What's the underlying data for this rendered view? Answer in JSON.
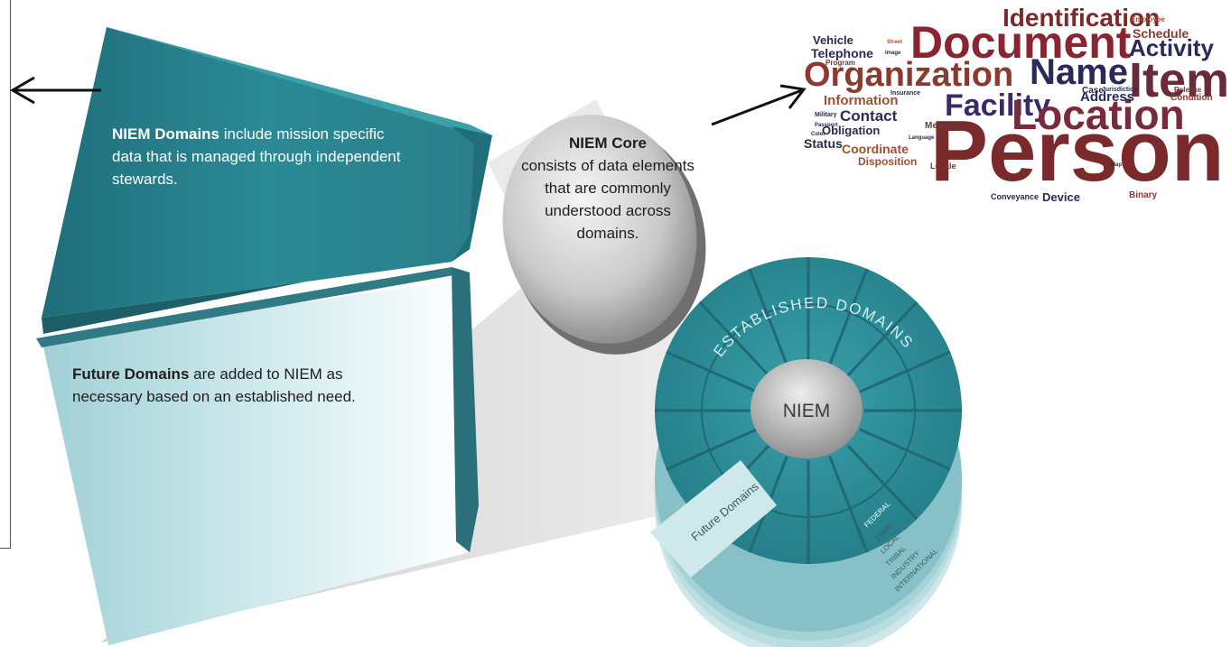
{
  "niem_domains": {
    "bold": "NIEM Domains",
    "rest": " include mission specific data that is managed through independent stewards."
  },
  "future_domains": {
    "bold": "Future Domains",
    "rest": " are added to NIEM as necessary based on an established need."
  },
  "niem_core": {
    "title": "NIEM Core",
    "body": "consists of data elements that are commonly understood across domains."
  },
  "wheel": {
    "center": "NIEM",
    "arc_label": "ESTABLISHED DOMAINS",
    "future_label": "Future Domains",
    "levels": [
      "FEDERAL",
      "STATE",
      "LOCAL",
      "TRIBAL",
      "INDUSTRY",
      "INTERNATIONAL"
    ]
  },
  "word_cloud": {
    "words": [
      {
        "text": "Identification",
        "color": "#7a2a2a",
        "size": 28
      },
      {
        "text": "Document",
        "color": "#8a2430",
        "size": 50
      },
      {
        "text": "Activity",
        "color": "#2a2a5a",
        "size": 26
      },
      {
        "text": "Organization",
        "color": "#8a3a30",
        "size": 38
      },
      {
        "text": "Name",
        "color": "#2a2a5a",
        "size": 40
      },
      {
        "text": "Item",
        "color": "#6a2a3a",
        "size": 54
      },
      {
        "text": "Facility",
        "color": "#3a2a6a",
        "size": 34
      },
      {
        "text": "Location",
        "color": "#7a2a3a",
        "size": 46
      },
      {
        "text": "Person",
        "color": "#7a2a2a",
        "size": 96
      },
      {
        "text": "Vehicle",
        "color": "#2a2a4a",
        "size": 13
      },
      {
        "text": "Telephone",
        "color": "#2a2a5a",
        "size": 14
      },
      {
        "text": "Information",
        "color": "#a05030",
        "size": 15
      },
      {
        "text": "Contact",
        "color": "#2a2a5a",
        "size": 17
      },
      {
        "text": "Obligation",
        "color": "#2a2a4a",
        "size": 13
      },
      {
        "text": "Status",
        "color": "#2a2a4a",
        "size": 14
      },
      {
        "text": "Coordinate",
        "color": "#a05030",
        "size": 14
      },
      {
        "text": "Disposition",
        "color": "#a05030",
        "size": 12
      },
      {
        "text": "Schedule",
        "color": "#8a3a30",
        "size": 14
      },
      {
        "text": "Address",
        "color": "#2a2a5a",
        "size": 15
      },
      {
        "text": "Condition",
        "color": "#8a3a30",
        "size": 10
      },
      {
        "text": "Device",
        "color": "#2a2a5a",
        "size": 13
      },
      {
        "text": "Conveyance",
        "color": "#2a2a4a",
        "size": 9
      },
      {
        "text": "Binary",
        "color": "#8a3a30",
        "size": 10
      },
      {
        "text": "Locale",
        "color": "#6a3a3a",
        "size": 9
      },
      {
        "text": "Message",
        "color": "#6a3a3a",
        "size": 10
      },
      {
        "text": "Case",
        "color": "#2a2a4a",
        "size": 10
      },
      {
        "text": "Program",
        "color": "#6a3a3a",
        "size": 8
      },
      {
        "text": "Employee",
        "color": "#a05030",
        "size": 8
      },
      {
        "text": "Release",
        "color": "#6a3a3a",
        "size": 8
      },
      {
        "text": "Insurance",
        "color": "#2a2a4a",
        "size": 7
      },
      {
        "text": "Jurisdiction",
        "color": "#2a2a4a",
        "size": 7
      },
      {
        "text": "Language",
        "color": "#2a2a4a",
        "size": 6
      },
      {
        "text": "Passport",
        "color": "#2a2a4a",
        "size": 6
      },
      {
        "text": "Military",
        "color": "#2a2a4a",
        "size": 7
      },
      {
        "text": "Image",
        "color": "#2a2a4a",
        "size": 6
      },
      {
        "text": "Map",
        "color": "#2a2a4a",
        "size": 6
      },
      {
        "text": "Street",
        "color": "#a05030",
        "size": 6
      },
      {
        "text": "Color",
        "color": "#2a2a4a",
        "size": 6
      }
    ]
  }
}
